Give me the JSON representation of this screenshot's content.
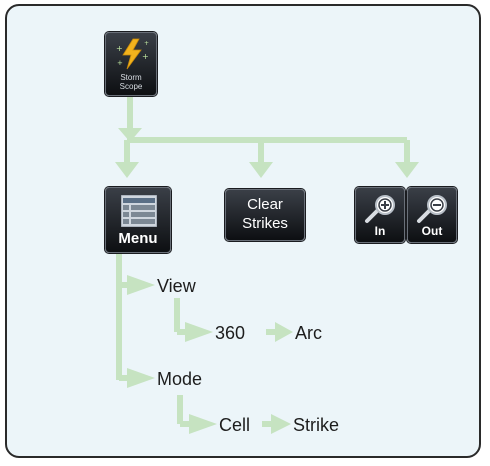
{
  "buttons": {
    "stormscope": {
      "label_line1": "Storm",
      "label_line2": "Scope",
      "icon": "lightning-bolt-icon"
    },
    "menu": {
      "label": "Menu",
      "icon": "list-menu-icon"
    },
    "clear_strikes": {
      "label_line1": "Clear",
      "label_line2": "Strikes"
    },
    "zoom_in": {
      "label": "In",
      "icon": "zoom-in-icon"
    },
    "zoom_out": {
      "label": "Out",
      "icon": "zoom-out-icon"
    }
  },
  "menu_tree": {
    "view": {
      "label": "View",
      "options": [
        "360",
        "Arc"
      ]
    },
    "mode": {
      "label": "Mode",
      "options": [
        "Cell",
        "Strike"
      ]
    }
  },
  "colors": {
    "connector": "#c6e3c1",
    "background": "#ecf5f9",
    "button": "#1b1e23",
    "bolt": "#f2b21d"
  }
}
